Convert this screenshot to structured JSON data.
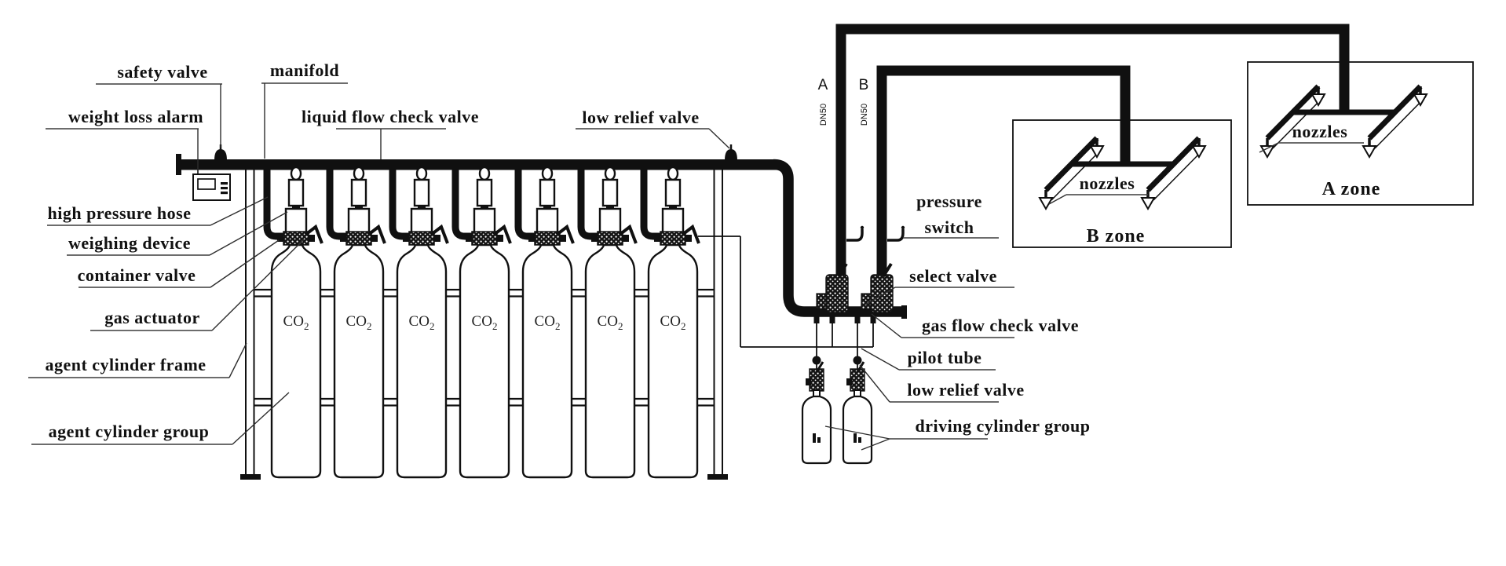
{
  "colors": {
    "line": "#101010",
    "background": "#ffffff"
  },
  "labels": {
    "safety_valve": "safety valve",
    "manifold": "manifold",
    "weight_loss_alarm": "weight loss alarm",
    "liquid_flow_check_valve": "liquid flow check valve",
    "low_relief_valve_top": "low relief valve",
    "high_pressure_hose": "high pressure hose",
    "weighing_device": "weighing device",
    "container_valve": "container valve",
    "gas_actuator": "gas actuator",
    "agent_cylinder_frame": "agent cylinder frame",
    "agent_cylinder_group": "agent cylinder group",
    "pressure_switch_line1": "pressure",
    "pressure_switch_line2": "switch",
    "select_valve": "select valve",
    "gas_flow_check_valve": "gas flow check valve",
    "pilot_tube": "pilot tube",
    "low_relief_valve_bottom": "low relief valve",
    "driving_cylinder_group": "driving cylinder group"
  },
  "zones": {
    "a": {
      "name": "A zone",
      "nozzles_label": "nozzles"
    },
    "b": {
      "name": "B zone",
      "nozzles_label": "nozzles"
    }
  },
  "pipes": {
    "a": {
      "letter": "A",
      "size": "DN50"
    },
    "b": {
      "letter": "B",
      "size": "DN50"
    }
  },
  "cylinder": {
    "gas": "CO",
    "gas_subscript": "2",
    "count": 7
  },
  "driving_cylinders": {
    "count": 2
  }
}
